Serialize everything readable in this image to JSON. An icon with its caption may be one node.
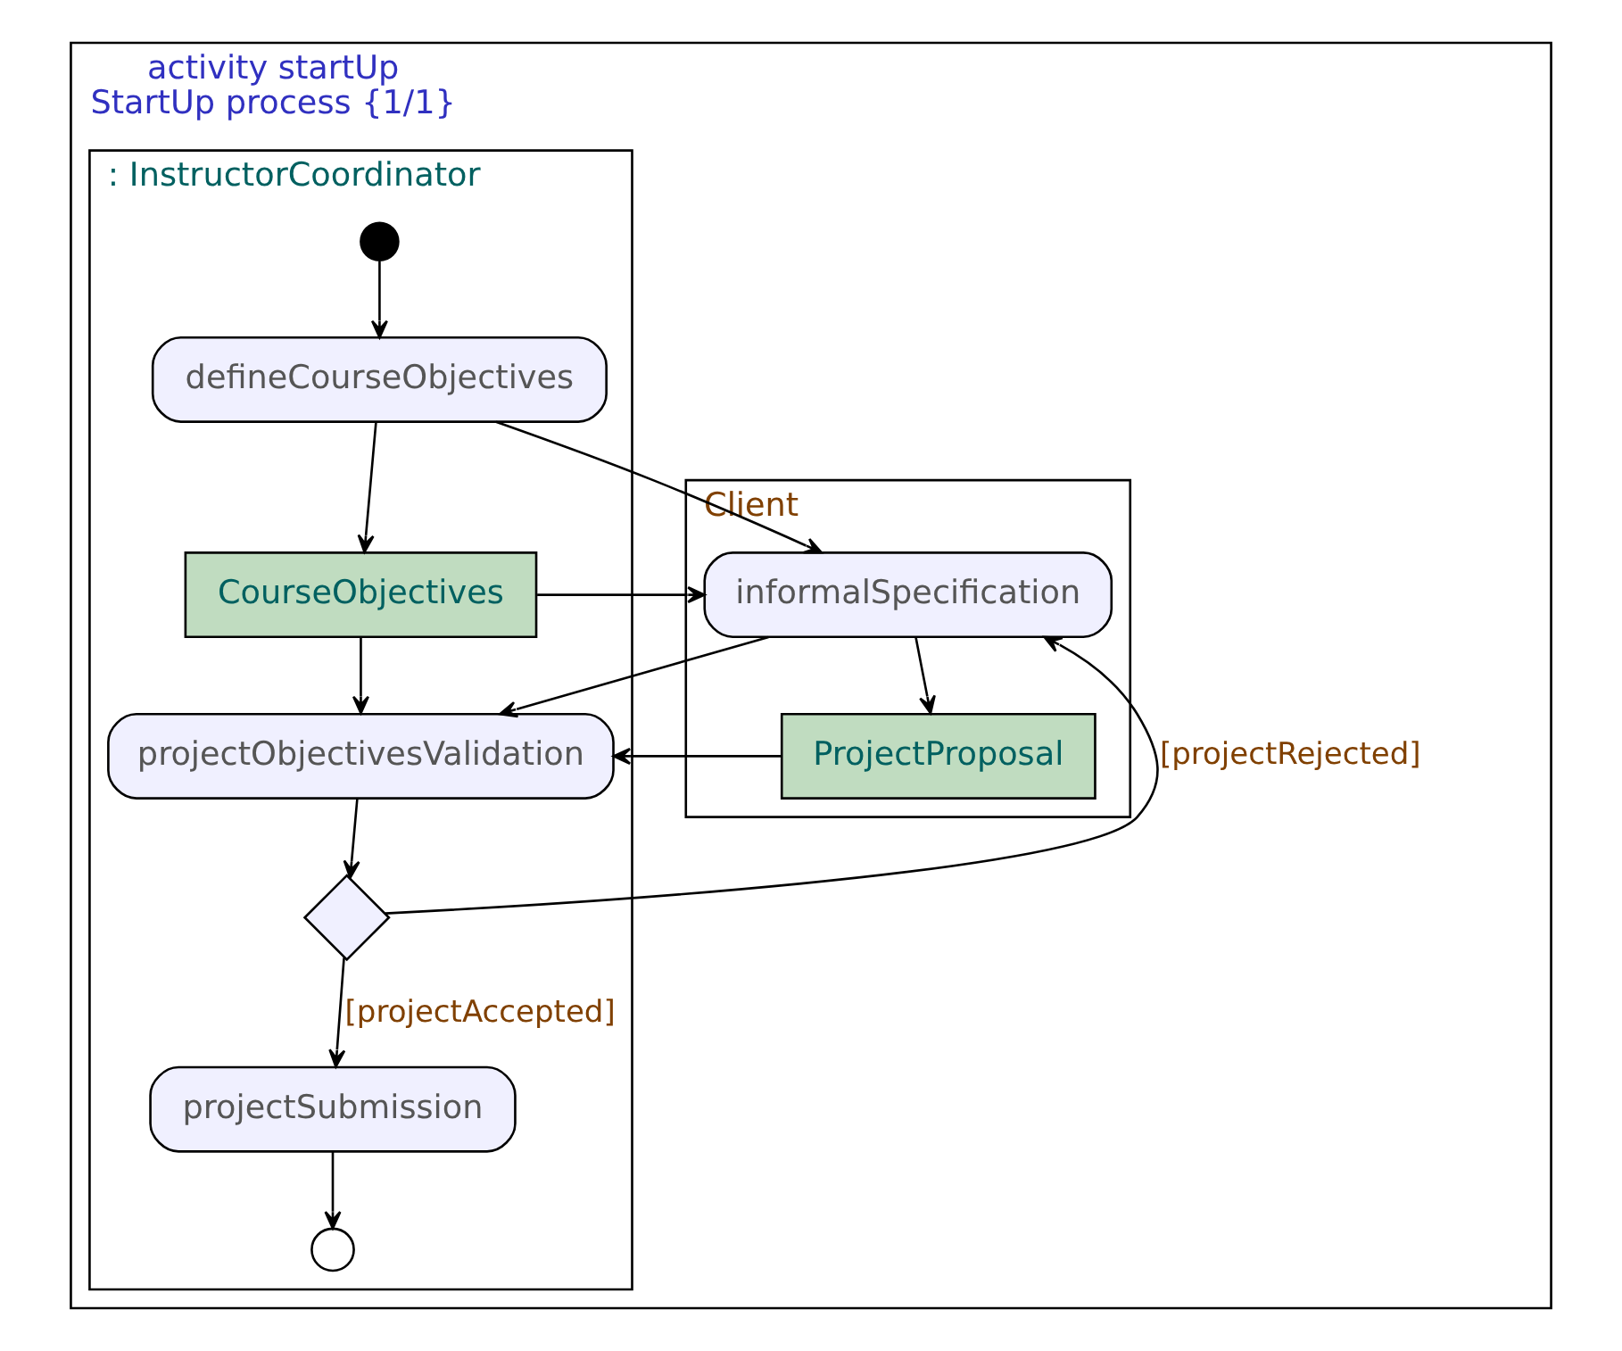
{
  "diagram": {
    "nodes": [
      {
        "text": [
          "activity startUp",
          "StartUp process {1/1}"
        ]
      },
      {
        "text": [
          "Client"
        ],
        "in": 0
      },
      {
        "text": [
          ": InstructorCoordinator"
        ],
        "in": 0
      },
      {
        "text": [],
        "shape": "circle",
        "in": 2
      },
      {
        "text": [
          "defineCourseObjectives"
        ],
        "in": 2
      },
      {
        "text": [
          "informalSpecification"
        ],
        "in": 1
      },
      {
        "text": [
          "CourseObjectives"
        ],
        "in": 2
      },
      {
        "text": [
          "projectObjectivesValidation"
        ],
        "in": 2
      },
      {
        "text": [],
        "shape": "diamond",
        "in": 2
      },
      {
        "text": [
          "ProjectProposal"
        ],
        "in": 1
      },
      {
        "text": [
          "projectSubmission"
        ],
        "in": 2
      },
      {
        "text": [],
        "shape": "circle",
        "in": 2
      }
    ],
    "edges": [
      {
        "from": 3,
        "to": 4,
        "arrow": "to"
      },
      {
        "from": 4,
        "to": 5,
        "arrow": "to"
      },
      {
        "from": 4,
        "to": 6,
        "arrow": "to"
      },
      {
        "from": 6,
        "to": 5,
        "arrow": "to"
      },
      {
        "from": 5,
        "to": 7,
        "arrow": "to"
      },
      {
        "from": 5,
        "to": 9,
        "arrow": "to"
      },
      {
        "from": 6,
        "to": 7,
        "arrow": "to"
      },
      {
        "from": 7,
        "to": 8,
        "arrow": "to"
      },
      {
        "from": 8,
        "to": 5,
        "arrow": "to",
        "label": "[projectRejected]"
      },
      {
        "from": 9,
        "to": 7,
        "arrow": "to"
      },
      {
        "from": 8,
        "to": 10,
        "arrow": "to",
        "label": "[projectAccepted]"
      },
      {
        "from": 10,
        "to": 11,
        "arrow": "to"
      }
    ]
  }
}
